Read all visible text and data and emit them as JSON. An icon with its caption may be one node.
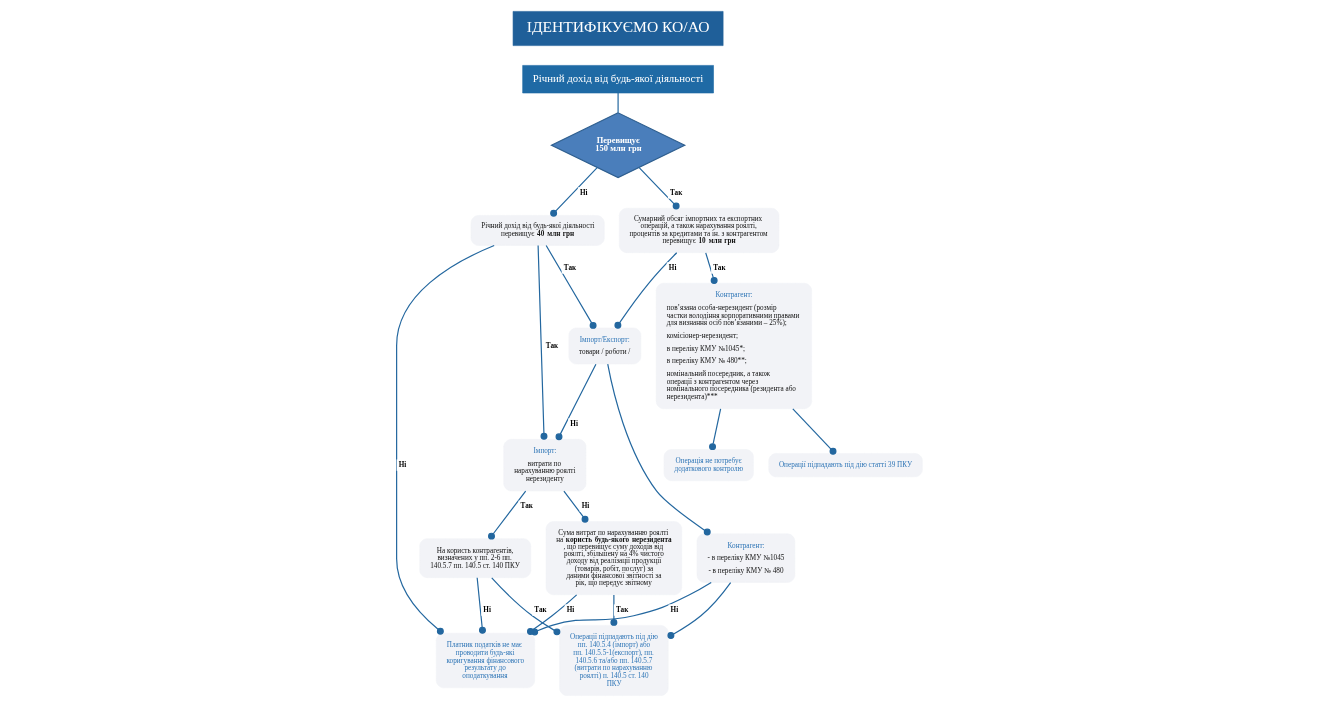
{
  "diagram": {
    "nodes": [
      {
        "text": [
          "Річний дохід від будь-якої діяльності"
        ]
      },
      {
        "text": [
          "Перевищує 150 млн грн"
        ]
      },
      {
        "text": [
          "Річний дохід від будь-якої діяльності перевищує **40 млн грн**"
        ]
      },
      {
        "text": [
          "Сумарний обсяг імпортних та експортних операцій, а також нарахування роялті, процентів за кредитами та ін. з контрагентом перевищує **10 млн грн**"
        ]
      },
      {
        "text": [
          "Платник податків не має проводити будь-які коригування фінансового результату до оподаткування"
        ]
      },
      {
        "text": [
          "Імпорт:",
          "витрати по нарахуванню роялті нерезиденту"
        ]
      },
      {
        "text": [
          "Імпорт/Експорт:",
          "товари / роботи /"
        ]
      },
      {
        "text": [
          "Контрагент:",
          "пов’язана особа-нерезидент (розмір частки володіння корпоративними правами для визнання осіб пов’язаними – 25%);",
          "комісіонер-нерезидент;",
          "в переліку КМУ №1045*;",
          "в переліку КМУ № 480**;",
          "номінальний посередник, а також операції з контрагентом через номінального посередника (резидента або нерезидента)***"
        ]
      },
      {
        "text": [
          "Контрагент:",
          "- в переліку КМУ №1045",
          "- в переліку КМУ № 480"
        ]
      },
      {
        "text": [
          "Сума витрат по нарахуванню роялті на **користь будь-якого нерезидента**, що перевищує суму доходів від роялті, збільшену на 4% чистого доходу від реалізації продукції (товарів, робіт, послуг) за даними фінансової звітності за рік, що передує звітному"
        ]
      },
      {
        "text": [
          "На користь контрагентів, визначених у пп. 2-6 пп. 140.5.7 пп. 140.5 ст. 140 ПКУ"
        ]
      },
      {
        "text": [
          "Операції підпадають під дію пп. 140.5.4 (імпорт) або пп. 140.5.5-1(експорт), пп. 140.5.6 та/або пп. 140.5.7 (витрати по нарахуванню роялті) п. 140.5 ст. 140 ПКУ"
        ]
      },
      {
        "text": [
          "Операція не потребує додаткового контролю"
        ]
      },
      {
        "text": [
          "Операції підпадають під дію статті 39 ПКУ"
        ]
      }
    ],
    "edges": [
      {
        "from": 0,
        "to": 1,
        "arrow": "none"
      },
      {
        "from": 1,
        "to": 2,
        "arrow": "other",
        "label": "Ні"
      },
      {
        "from": 1,
        "to": 3,
        "arrow": "other",
        "label": "Так"
      },
      {
        "from": 2,
        "to": 4,
        "arrow": "other",
        "label": "Ні"
      },
      {
        "from": 2,
        "to": 5,
        "arrow": "other",
        "label": "Так"
      },
      {
        "from": 2,
        "to": 6,
        "arrow": "other",
        "label": "Так"
      },
      {
        "from": 3,
        "to": 6,
        "arrow": "other",
        "label": "Ні"
      },
      {
        "from": 3,
        "to": 7,
        "arrow": "other",
        "label": "Так"
      },
      {
        "from": 6,
        "to": 5,
        "arrow": "other",
        "label": "Ні"
      },
      {
        "from": 6,
        "to": 8,
        "arrow": "other"
      },
      {
        "from": 8,
        "to": 4,
        "arrow": "other",
        "label": "Ні"
      },
      {
        "from": 5,
        "to": 9,
        "arrow": "other",
        "label": "Ні"
      },
      {
        "from": 5,
        "to": 10,
        "arrow": "other",
        "label": "Так"
      },
      {
        "from": 9,
        "to": 4,
        "arrow": "other",
        "label": "Ні"
      },
      {
        "from": 9,
        "to": 11,
        "arrow": "other",
        "label": "Так"
      },
      {
        "from": 10,
        "to": 4,
        "arrow": "other",
        "label": "Ні"
      },
      {
        "from": 10,
        "to": 11,
        "arrow": "other",
        "label": "Так"
      },
      {
        "from": 8,
        "to": 11,
        "arrow": "other"
      },
      {
        "from": 7,
        "to": 12,
        "arrow": "other"
      },
      {
        "from": 7,
        "to": 13,
        "arrow": "other"
      }
    ],
    "labels": [
      "ІДЕНТИФІКУЄМО КО/АО"
    ]
  }
}
